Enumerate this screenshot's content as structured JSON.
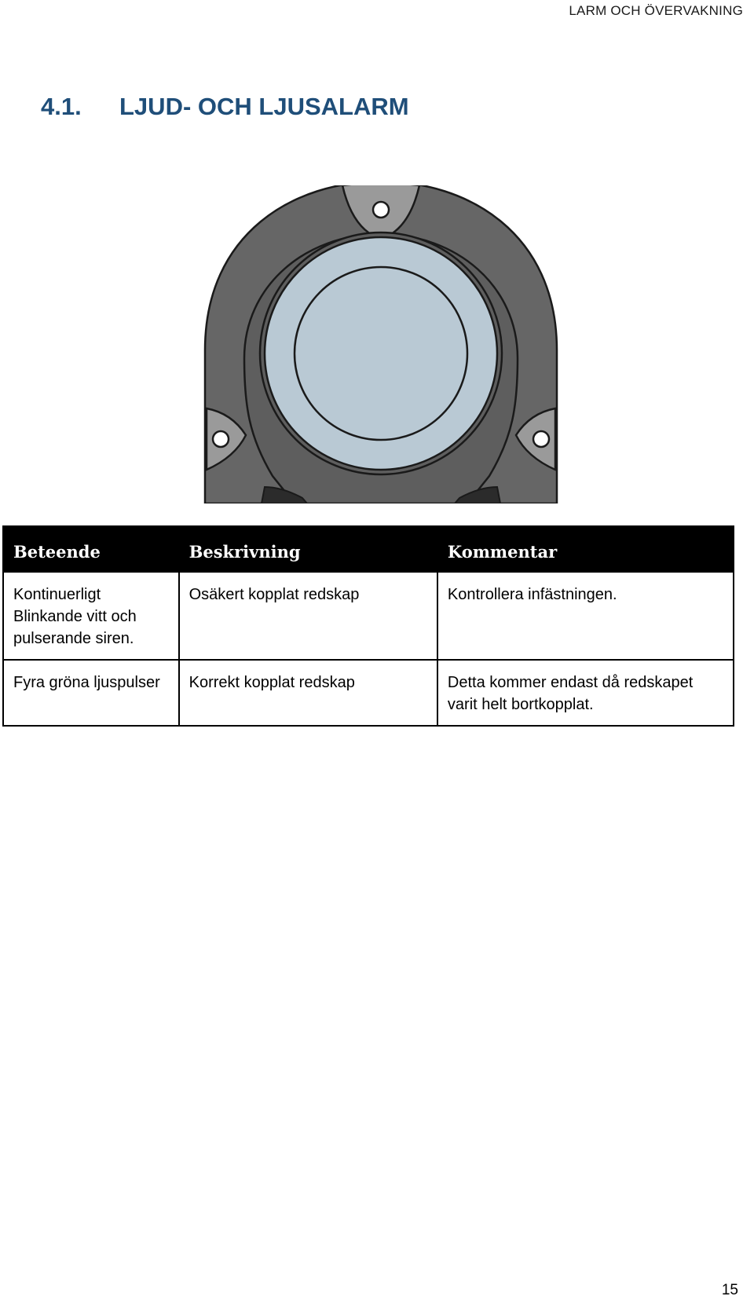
{
  "header": {
    "running_title": "LARM OCH ÖVERVAKNING"
  },
  "section": {
    "number": "4.1.",
    "title": "LJUD- OCH LJUSALARM"
  },
  "table": {
    "columns": [
      "Beteende",
      "Beskrivning",
      "Kommentar"
    ],
    "rows": [
      {
        "behavior_lines": [
          "Kontinuerligt",
          "Blinkande vitt och",
          "pulserande siren."
        ],
        "description": "Osäkert kopplat redskap",
        "comment": "Kontrollera infästningen."
      },
      {
        "behavior_lines": [
          "Fyra gröna ljuspulser"
        ],
        "description": "Korrekt kopplat redskap",
        "comment": "Detta kommer endast då redskapet varit helt bortkopplat."
      }
    ]
  },
  "footer": {
    "page_number": "15"
  },
  "colors": {
    "heading": "#1f4e79",
    "device_body": "#666666",
    "device_lens": "#b9c9d4",
    "device_tab": "#9a9a9a",
    "table_header_bg": "#000000"
  }
}
